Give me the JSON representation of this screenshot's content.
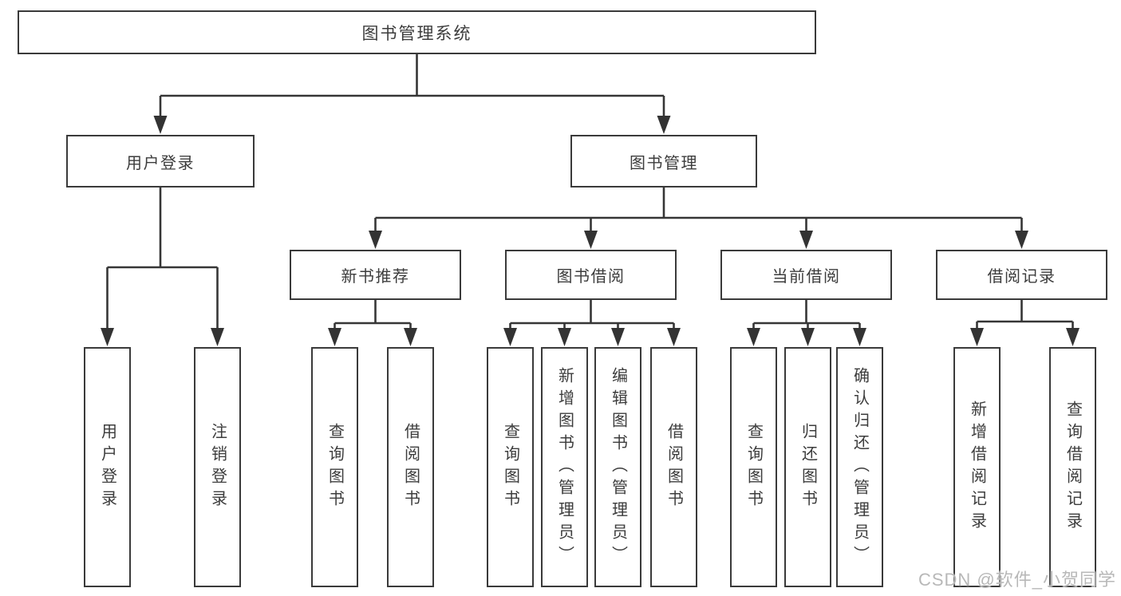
{
  "nodes": {
    "root": "图书管理系统",
    "user_login": "用户登录",
    "book_mgmt": "图书管理",
    "new_books": "新书推荐",
    "book_borrow": "图书借阅",
    "current_borrow": "当前借阅",
    "borrow_records": "借阅记录",
    "leaf_user_login": "用户登录",
    "leaf_logout": "注销登录",
    "nb_query_books": "查询图书",
    "nb_borrow_books": "借阅图书",
    "bb_query_books": "查询图书",
    "bb_add_books": "新增图书（管理员）",
    "bb_edit_books": "编辑图书（管理员）",
    "bb_borrow_books": "借阅图书",
    "cb_query_books": "查询图书",
    "cb_return_books": "归还图书",
    "cb_confirm_return": "确认归还（管理员）",
    "br_add_record": "新增借阅记录",
    "br_query_record": "查询借阅记录"
  },
  "watermark": "CSDN @软件_小贺同学",
  "colors": {
    "line": "#363636",
    "text": "#3c3c3c",
    "background": "#ffffff",
    "watermark": "#b8b8b8"
  }
}
